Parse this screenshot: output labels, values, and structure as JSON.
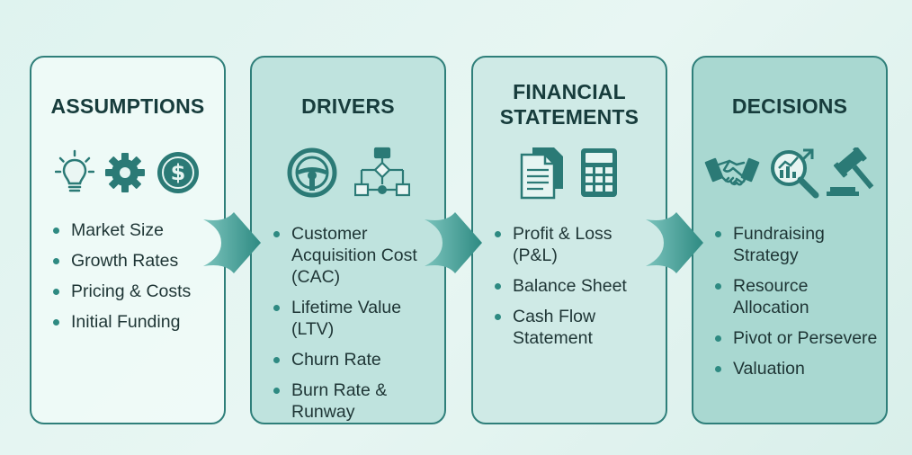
{
  "columns": [
    {
      "title_lines": [
        "ASSUMPTIONS"
      ],
      "items": [
        "Market Size",
        "Growth Rates",
        "Pricing & Costs",
        "Initial Funding"
      ],
      "icons": [
        "lightbulb-icon",
        "gear-icon",
        "dollar-coin-icon"
      ]
    },
    {
      "title_lines": [
        "DRIVERS"
      ],
      "items": [
        "Customer Acquisition Cost (CAC)",
        "Lifetime Value (LTV)",
        "Churn Rate",
        "Burn Rate & Runway"
      ],
      "icons": [
        "steering-wheel-icon",
        "flowchart-icon"
      ]
    },
    {
      "title_lines": [
        "FINANCIAL",
        "STATEMENTS"
      ],
      "items": [
        "Profit & Loss (P&L)",
        "Balance Sheet",
        "Cash Flow Statement"
      ],
      "icons": [
        "documents-icon",
        "calculator-icon"
      ]
    },
    {
      "title_lines": [
        "DECISIONS"
      ],
      "items": [
        "Fundraising Strategy",
        "Resource Allocation",
        "Pivot or Persevere",
        "Valuation"
      ],
      "icons": [
        "handshake-icon",
        "chart-magnifier-icon",
        "gavel-icon"
      ]
    }
  ],
  "colors": {
    "border": "#2f7f7a",
    "icon": "#2b7a76",
    "title": "#173c3c",
    "arrow": "#3a9b94"
  }
}
